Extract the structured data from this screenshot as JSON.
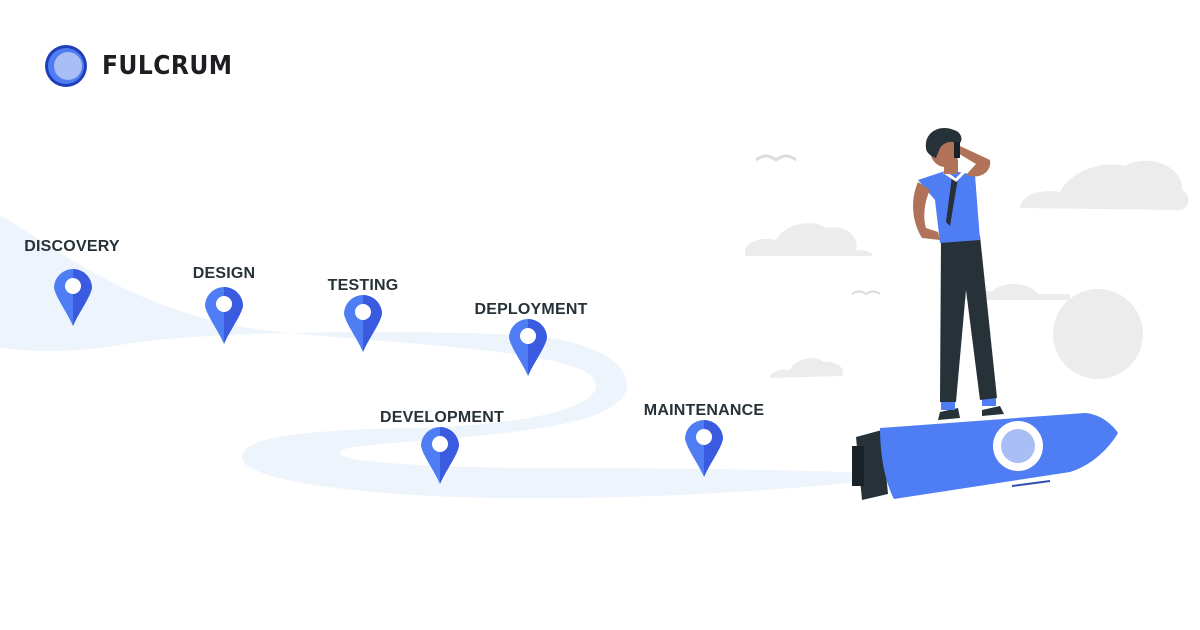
{
  "brand": {
    "name": "FULCRUM",
    "icon": "fulcrum-logo-icon",
    "color": "#1f3fb8"
  },
  "stages": [
    {
      "key": "discovery",
      "label": "DISCOVERY"
    },
    {
      "key": "design",
      "label": "DESIGN"
    },
    {
      "key": "testing",
      "label": "TESTING"
    },
    {
      "key": "deployment",
      "label": "DEPLOYMENT"
    },
    {
      "key": "development",
      "label": "DEVELOPMENT"
    },
    {
      "key": "maintenance",
      "label": "MAINTENANCE"
    }
  ],
  "colors": {
    "accent": "#4f7df3",
    "pin_dark": "#3a5be0",
    "path": "#eef4fb",
    "cloud": "#ececec",
    "text": "#263238"
  },
  "icons": [
    "location-pin-icon",
    "rocket-icon",
    "person-on-phone-icon",
    "cloud-icon",
    "bird-icon"
  ]
}
